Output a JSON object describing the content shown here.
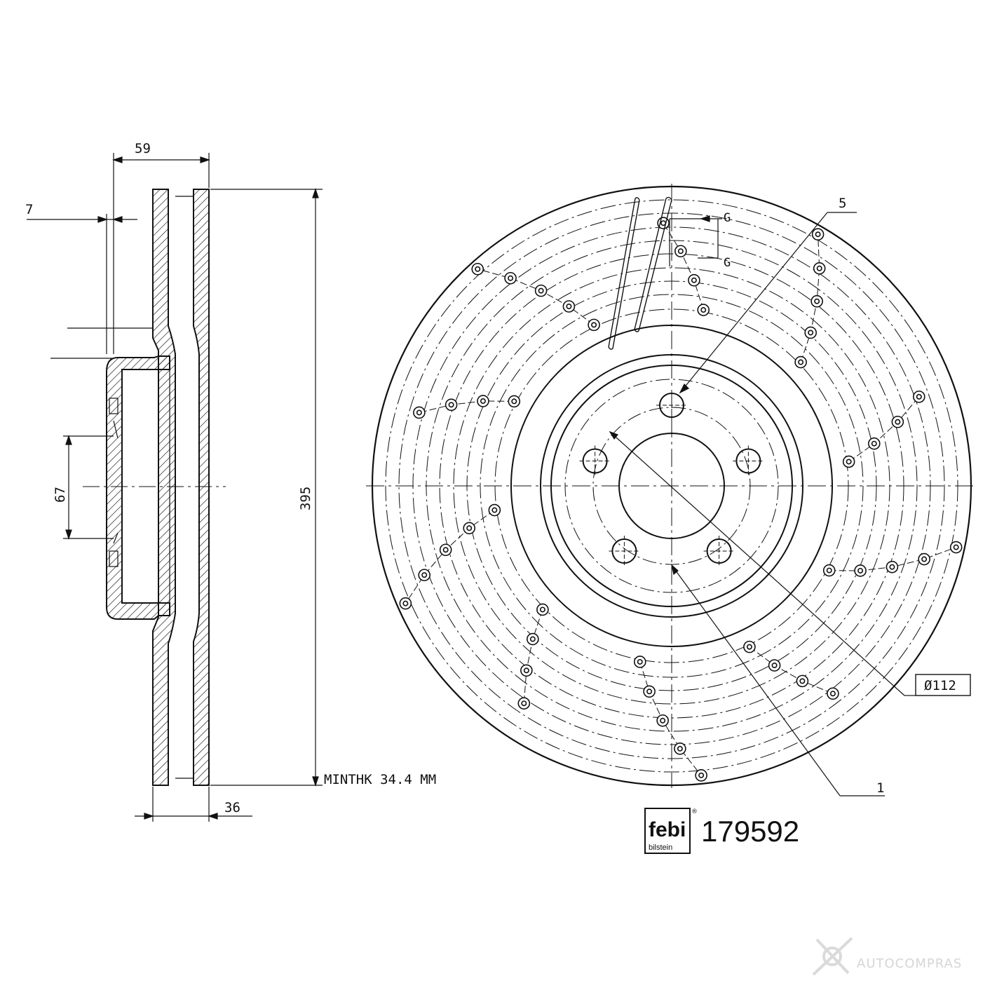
{
  "dimensions": {
    "overall_width": "59",
    "flange": "7",
    "center_bore": "67",
    "diameter": "395",
    "thickness": "36",
    "min_thickness": "MINTHK 34.4 MM",
    "pcd": "Ø112"
  },
  "callouts": {
    "bolt_holes": "5",
    "item": "1",
    "section_mark_top": "G",
    "section_mark_bottom": "G"
  },
  "brand": {
    "logo_text": "febi",
    "logo_sub": "bilstein",
    "part_number": "179592"
  },
  "watermark": "AUTOCOMPRAS"
}
